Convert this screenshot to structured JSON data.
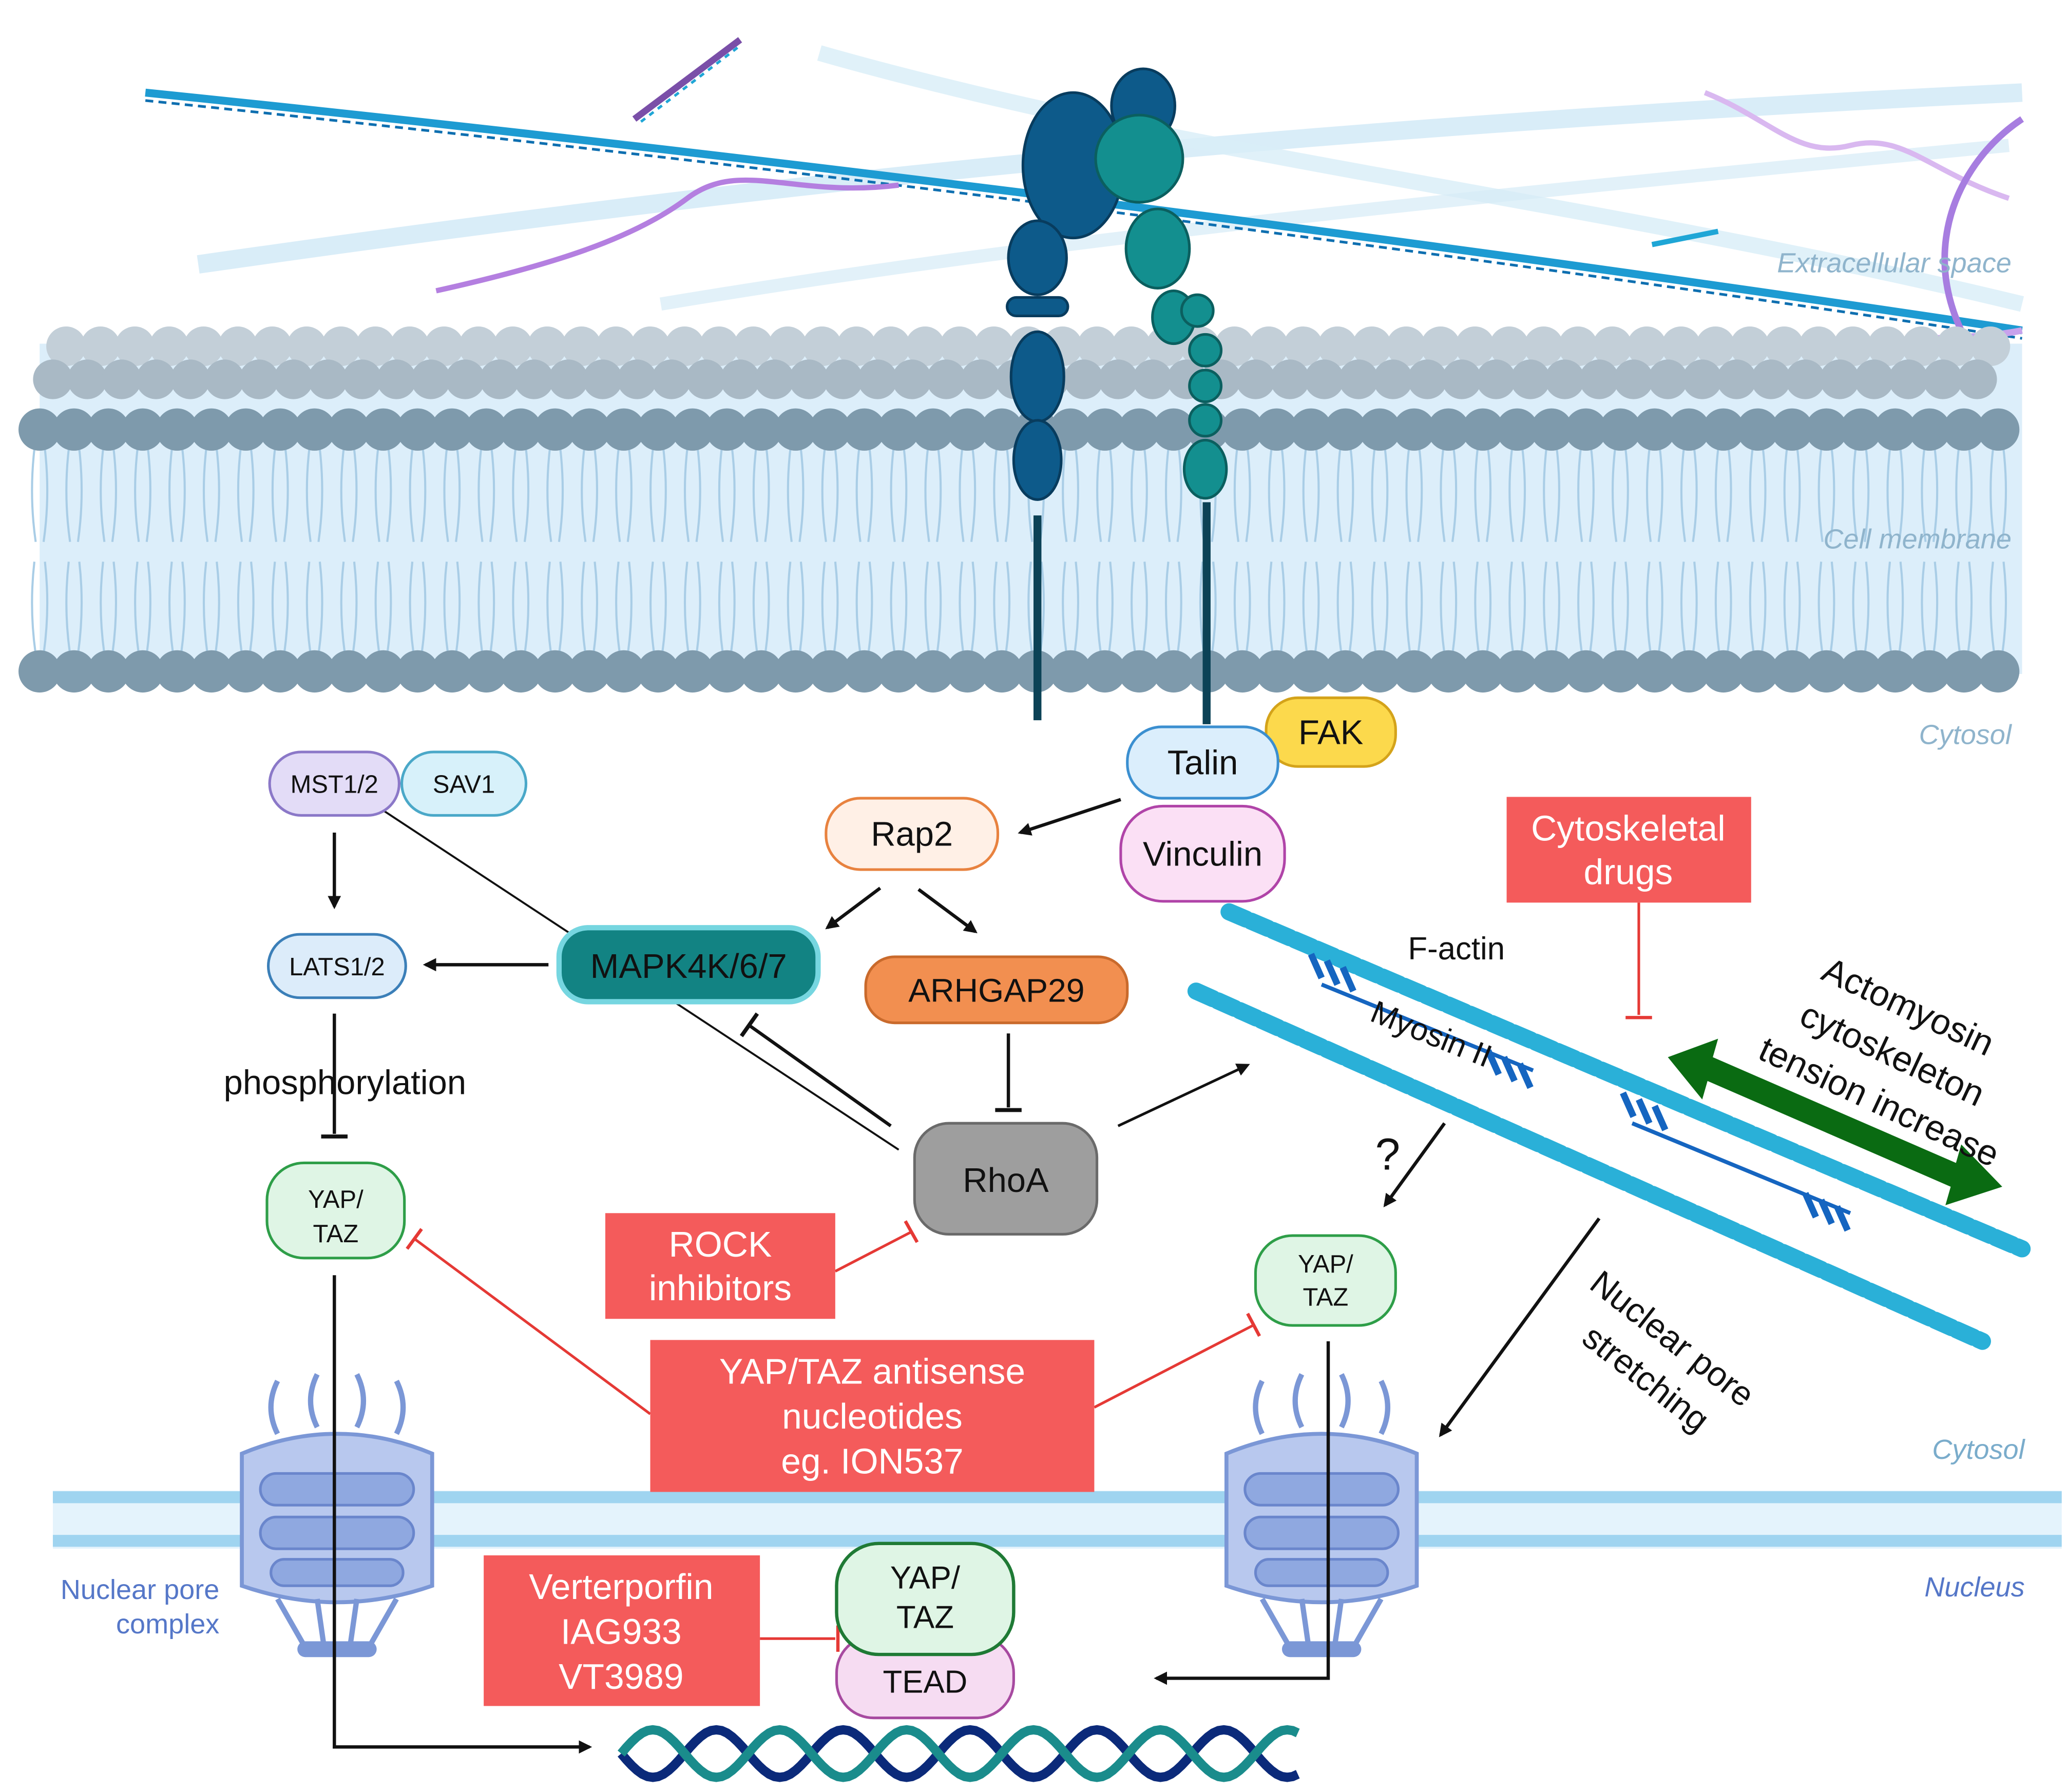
{
  "regions": {
    "extracellular": "Extracellular space",
    "membrane": "Cell membrane",
    "cytosol_top": "Cytosol",
    "cytosol_bottom": "Cytosol",
    "nucleus": "Nucleus",
    "npc": [
      "Nuclear pore",
      "complex"
    ]
  },
  "nodes": {
    "mst": "MST1/2",
    "sav": "SAV1",
    "lats": "LATS1/2",
    "yaptaz_left": [
      "YAP/",
      "TAZ"
    ],
    "yaptaz_right": [
      "YAP/",
      "TAZ"
    ],
    "yaptaz_nuclear": [
      "YAP/",
      "TAZ"
    ],
    "tead": "TEAD",
    "talin": "Talin",
    "fak": "FAK",
    "vinculin": "Vinculin",
    "rap2": "Rap2",
    "mapk": "MAPK4K/6/7",
    "arhgap": "ARHGAP29",
    "rhoa": "RhoA"
  },
  "inhibitors": {
    "rock": [
      "ROCK",
      "inhibitors"
    ],
    "antisense": [
      "YAP/TAZ antisense",
      "nucleotides",
      "eg. ION537"
    ],
    "verteporfin": [
      "Verterporfin",
      "IAG933",
      "VT3989"
    ],
    "cyto_drugs": [
      "Cytoskeletal",
      "drugs"
    ]
  },
  "labels": {
    "phosphorylation": "phosphorylation",
    "factin": "F-actin",
    "myosin": "Myosin II",
    "question": "?",
    "actomyosin": [
      "Actomyosin",
      "cytoskeleton",
      "tension increase"
    ],
    "nuclear_pore_stretch": [
      "Nuclear pore",
      "stretching"
    ]
  },
  "colors": {
    "inhibitor_fill": "#f45b5b",
    "inhibit_line": "#e53935",
    "membrane_head": "#7e9aac",
    "membrane_fill": "#dceefa",
    "integrin_dark": "#0d5a8a",
    "integrin_teal": "#138f8f",
    "actin": "#2ab0d8",
    "tension_arrow": "#0a6b12",
    "npc": "#7b97d6",
    "dna_dark": "#0b2a7a",
    "dna_teal": "#1a8c8c"
  }
}
